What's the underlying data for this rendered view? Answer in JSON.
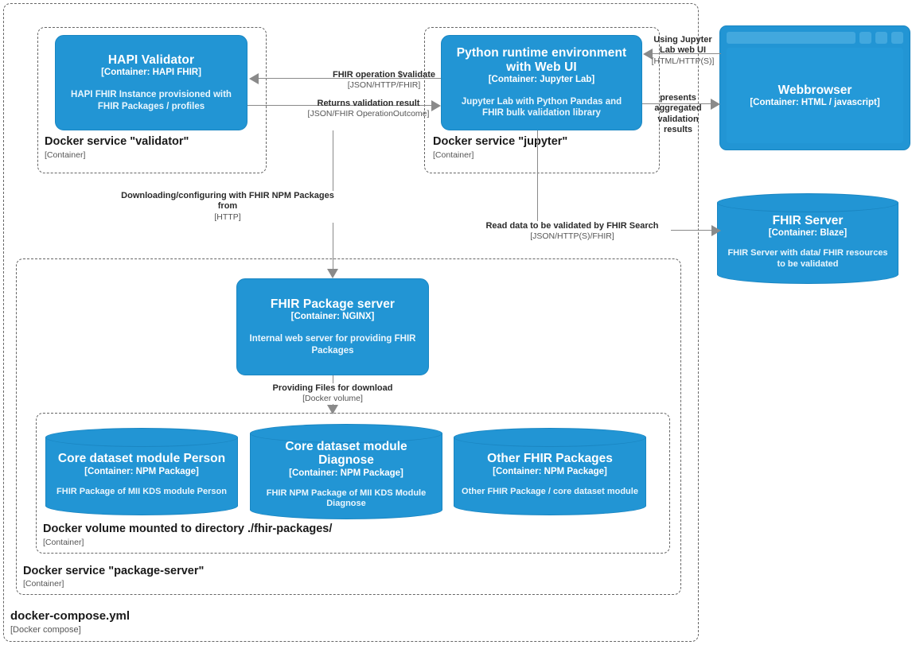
{
  "boundaries": {
    "compose": {
      "label": "docker-compose.yml",
      "sub": "[Docker compose]"
    },
    "validator": {
      "label": "Docker service \"validator\"",
      "sub": "[Container]"
    },
    "jupyter": {
      "label": "Docker service \"jupyter\"",
      "sub": "[Container]"
    },
    "package_server": {
      "label": "Docker service \"package-server\"",
      "sub": "[Container]"
    },
    "volume": {
      "label": "Docker volume mounted to directory ./fhir-packages/",
      "sub": "[Container]"
    }
  },
  "containers": {
    "hapi_validator": {
      "title": "HAPI Validator",
      "tech": "[Container: HAPI FHIR]",
      "desc": "HAPI FHIR Instance provisioned with FHIR Packages / profiles"
    },
    "python_runtime": {
      "title": "Python runtime environment with Web UI",
      "tech": "[Container: Jupyter Lab]",
      "desc": "Jupyter Lab with Python Pandas and FHIR bulk validation library"
    },
    "webbrowser": {
      "title": "Webbrowser",
      "tech": "[Container: HTML / javascript]"
    },
    "fhir_server": {
      "title": "FHIR Server",
      "tech": "[Container: Blaze]",
      "desc": "FHIR Server with data/ FHIR resources to be validated"
    },
    "package_server": {
      "title": "FHIR Package server",
      "tech": "[Container: NGINX]",
      "desc": "Internal web server for providing FHIR Packages"
    },
    "pkg_person": {
      "title": "Core dataset module Person",
      "tech": "[Container: NPM Package]",
      "desc": "FHIR Package of MII KDS module Person"
    },
    "pkg_diagnose": {
      "title": "Core dataset module Diagnose",
      "tech": "[Container: NPM Package]",
      "desc": "FHIR NPM Package of MII KDS Module Diagnose"
    },
    "pkg_other": {
      "title": "Other FHIR Packages",
      "tech": "[Container: NPM Package]",
      "desc": "Other FHIR Package / core dataset module"
    }
  },
  "edges": {
    "validate_call": {
      "label": "FHIR operation $validate",
      "tech": "[JSON/HTTP/FHIR]"
    },
    "validate_result": {
      "label": "Returns validation result",
      "tech": "[JSON/FHIR OperationOutcome]"
    },
    "using_webui": {
      "label": "Using Jupyter Lab web UI",
      "tech": "[HTML/HTTP(S)]"
    },
    "presents_results": {
      "label": "presents aggregated validation results",
      "tech": ""
    },
    "read_data": {
      "label": "Read data to be validated by FHIR Search",
      "tech": "[JSON/HTTP(S)/FHIR]"
    },
    "downloading": {
      "label": "Downloading/configuring with FHIR NPM Packages from",
      "tech": "[HTTP]"
    },
    "providing_files": {
      "label": "Providing Files for download",
      "tech": "[Docker volume]"
    }
  },
  "colors": {
    "container_blue": "#2295d4",
    "container_border": "#1a86c2",
    "line_gray": "#8a8a8a",
    "boundary_gray": "#666666"
  }
}
